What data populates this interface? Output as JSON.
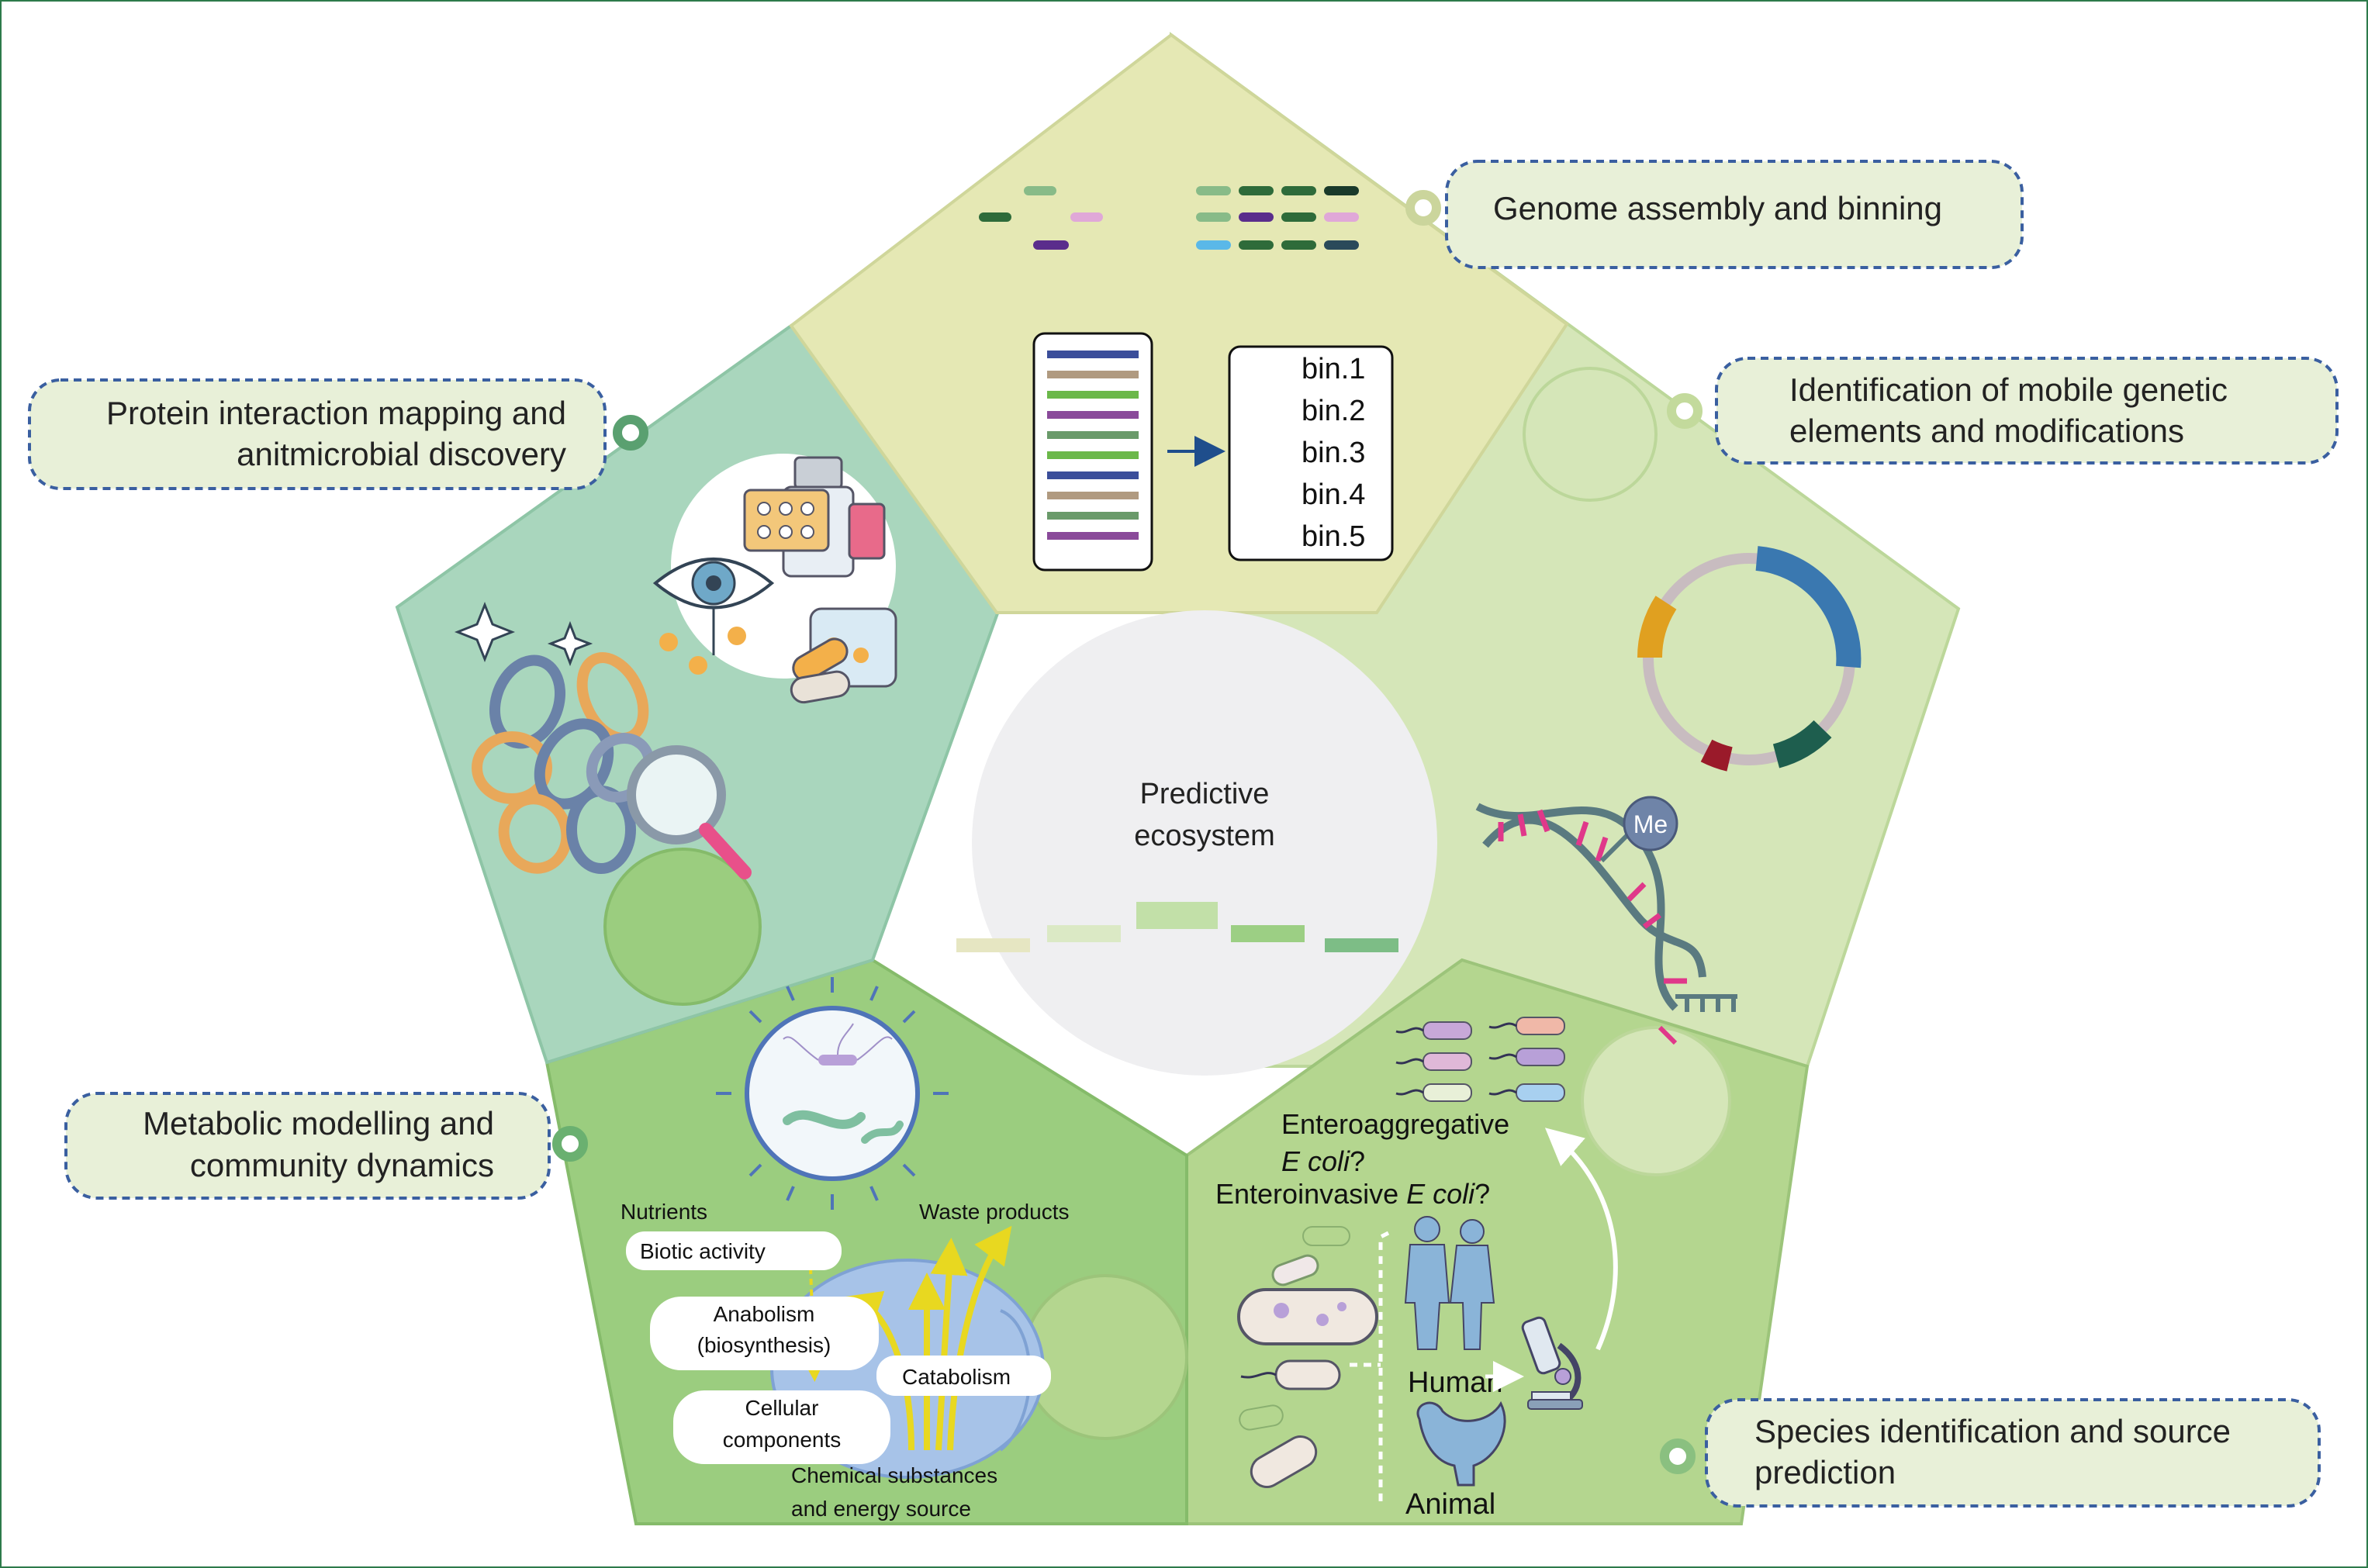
{
  "center": {
    "line1": "Predictive",
    "line2": "ecosystem"
  },
  "callouts": {
    "genome": "Genome assembly and binning",
    "mobile_line1": "Identification of mobile genetic",
    "mobile_line2": "elements and modifications",
    "protein_line1": "Protein interaction mapping and",
    "protein_line2": "anitmicrobial discovery",
    "metabolic_line1": "Metabolic modelling and",
    "metabolic_line2": "community dynamics",
    "species_line1": "Species identification and source",
    "species_line2": "prediction"
  },
  "bins": [
    "bin.1",
    "bin.2",
    "bin.3",
    "bin.4",
    "bin.5"
  ],
  "mge": {
    "methyl_label": "Me"
  },
  "metabolism": {
    "nutrients": "Nutrients",
    "waste": "Waste products",
    "biotic": "Biotic activity",
    "anabolism_line1": "Anabolism",
    "anabolism_line2": "(biosynthesis)",
    "catabolism": "Catabolism",
    "cellular_line1": "Cellular",
    "cellular_line2": "components",
    "chemical_line1": "Chemical substances",
    "chemical_line2": "and energy source"
  },
  "species": {
    "eaec_line1": "Enteroaggregative",
    "eaec_italic": "E coli",
    "eaec_suffix": "?",
    "eiec_prefix": "Enteroinvasive ",
    "eiec_italic": "E coli",
    "eiec_suffix": "?",
    "human": "Human",
    "animal": "Animal"
  },
  "colors": {
    "genome_piece": "#e5e8b4",
    "mobile_piece": "#d5e6b8",
    "species_piece": "#b4d68f",
    "metabolic_piece": "#9bcd7f",
    "protein_piece": "#a9d6bd",
    "callout_fill": "#e8f0d8",
    "callout_border": "#3a5fa0",
    "center_disc": "#efeff1"
  }
}
